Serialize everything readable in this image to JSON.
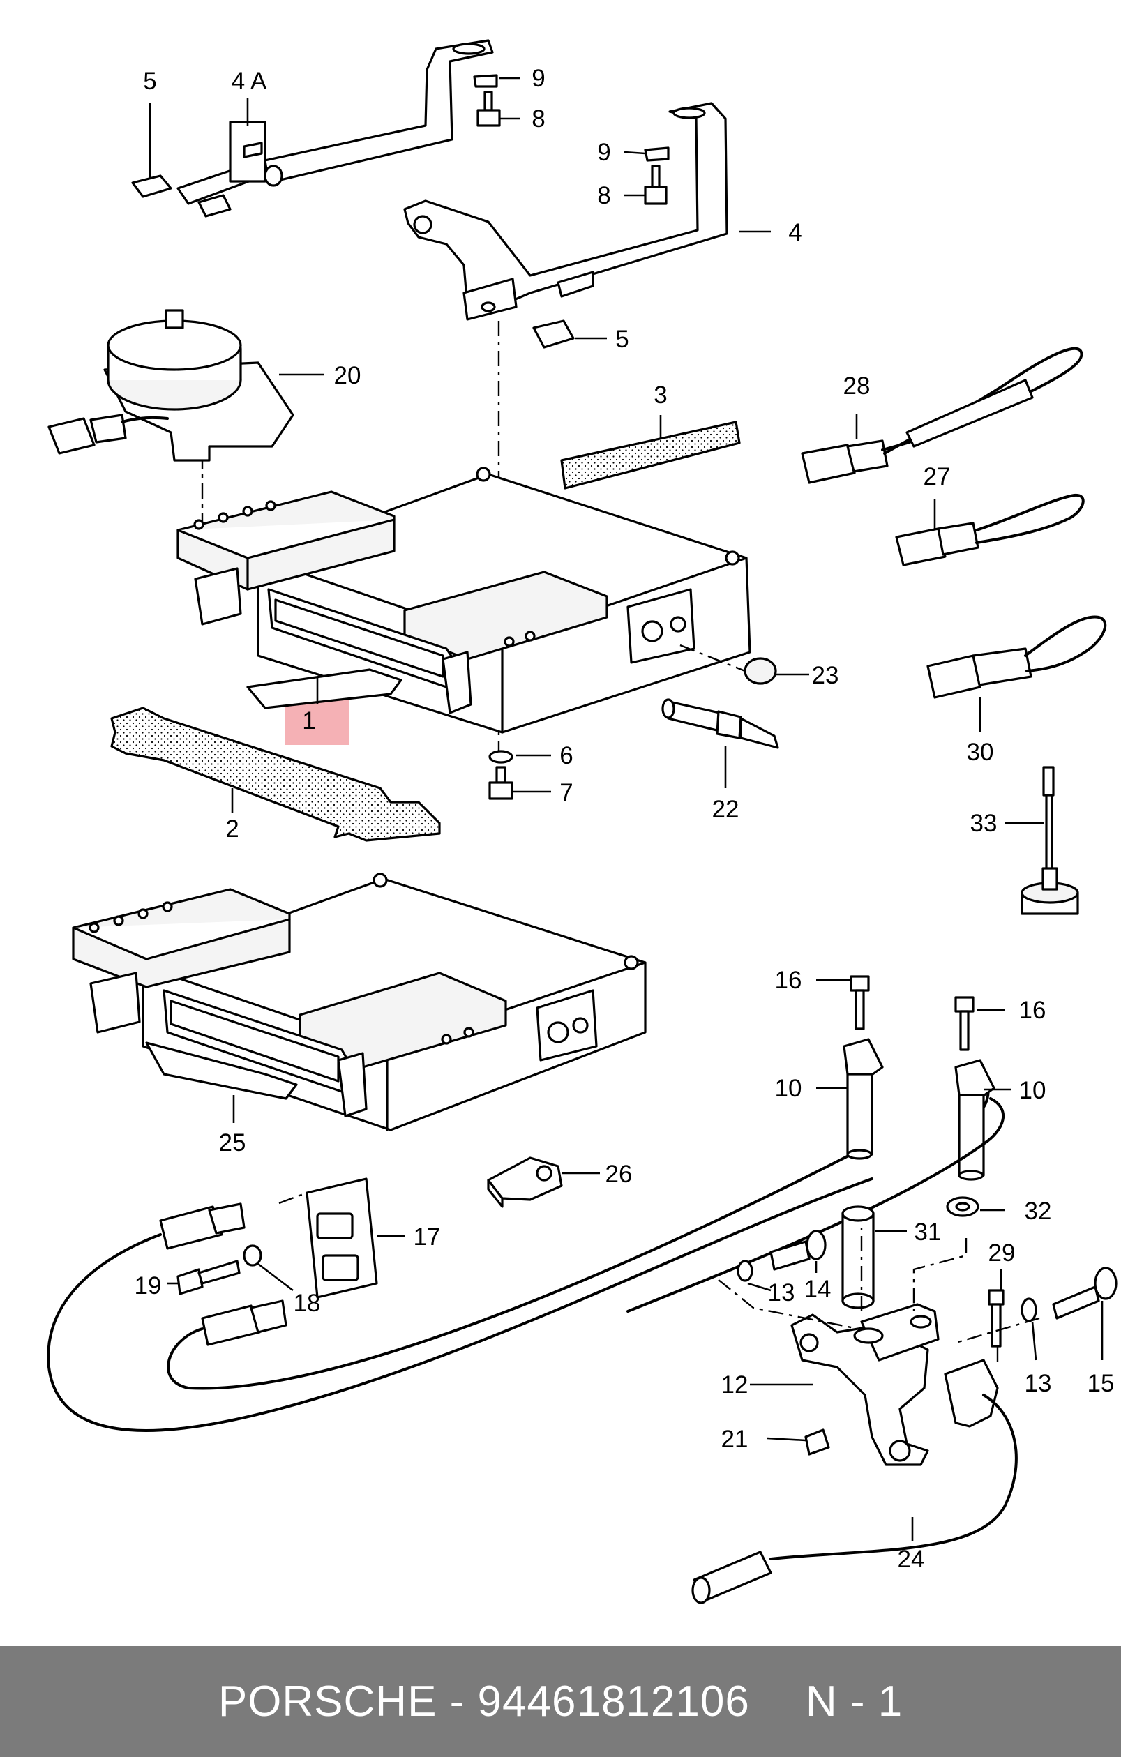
{
  "diagram": {
    "highlighted_callout": "1",
    "highlight_color": "#f3a3a8",
    "callouts": [
      "1",
      "2",
      "3",
      "4",
      "4 A",
      "5",
      "5",
      "6",
      "7",
      "8",
      "8",
      "9",
      "9",
      "10",
      "10",
      "12",
      "13",
      "13",
      "14",
      "15",
      "16",
      "16",
      "17",
      "18",
      "19",
      "20",
      "21",
      "22",
      "23",
      "24",
      "25",
      "26",
      "27",
      "28",
      "29",
      "30",
      "31",
      "32",
      "33"
    ]
  },
  "footer": {
    "brand": "PORSCHE",
    "separator": " - ",
    "part_number": "94461812106",
    "section": "N - 1",
    "background": "#7b7b7b"
  }
}
